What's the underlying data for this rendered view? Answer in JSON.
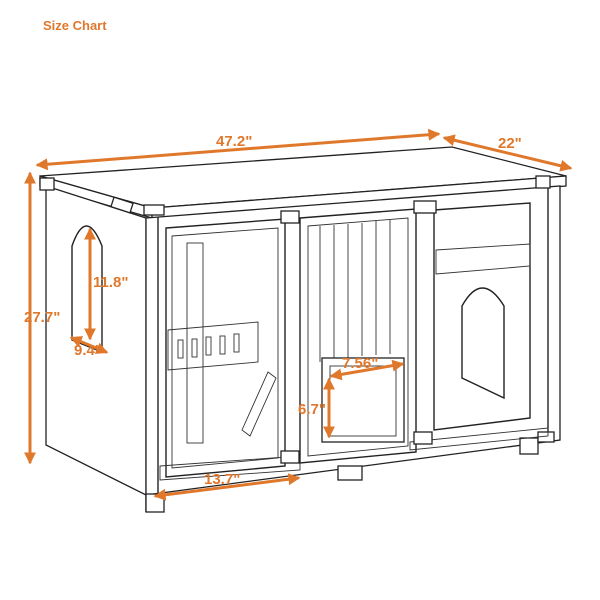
{
  "header": {
    "title": "Size Chart"
  },
  "dimensions": {
    "width": "47.2\"",
    "depth": "22\"",
    "height": "27.7\"",
    "window_height": "11.8\"",
    "window_width": "9.4\"",
    "cat_door_width": "7.56\"",
    "cat_door_height": "6.7\"",
    "door_width": "13.7\""
  },
  "colors": {
    "accent": "#e0782c",
    "line": "#222222",
    "background": "#ffffff"
  }
}
